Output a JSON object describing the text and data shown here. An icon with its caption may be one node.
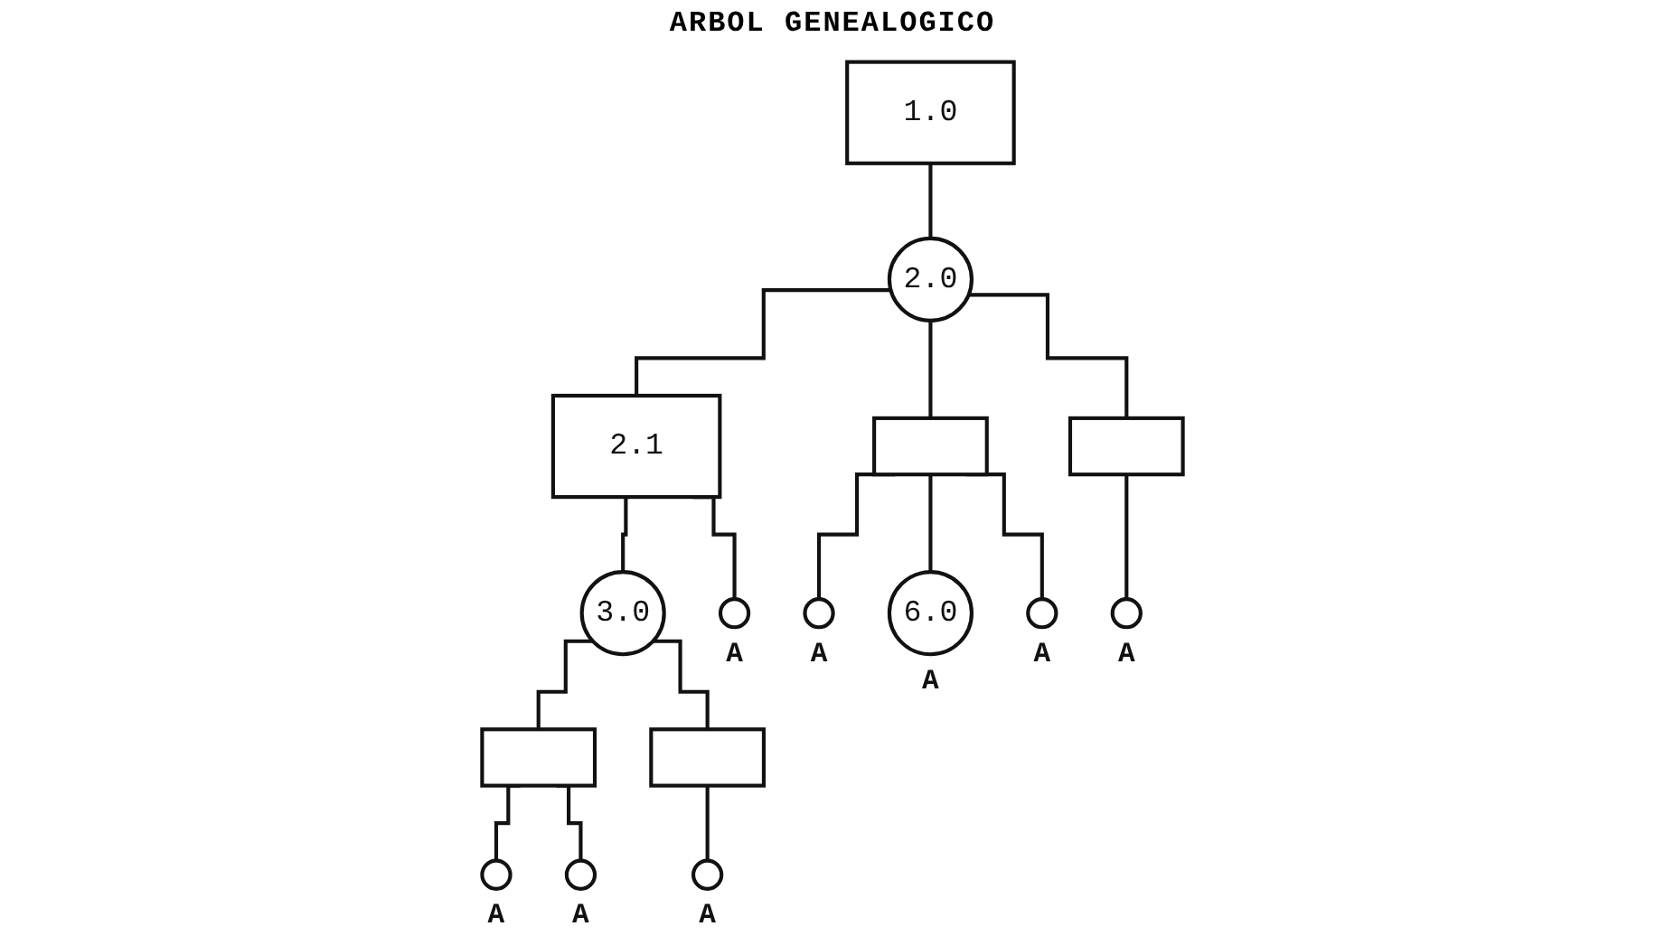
{
  "diagram": {
    "title": "ARBOL GENEALOGICO",
    "nodes": [
      {
        "text": [
          "1.0"
        ]
      },
      {
        "text": [
          "2.0"
        ]
      },
      {
        "text": [
          "2.1"
        ]
      },
      {
        "text": [],
        "shape": "box"
      },
      {
        "text": [],
        "shape": "box"
      },
      {
        "text": [
          "3.0"
        ]
      },
      {
        "text": [],
        "shape": "circle",
        "beside": [
          "A"
        ]
      },
      {
        "text": [],
        "shape": "circle",
        "beside": [
          "A"
        ]
      },
      {
        "text": [
          "6.0"
        ],
        "beside": [
          "A"
        ]
      },
      {
        "text": [],
        "shape": "circle",
        "beside": [
          "A"
        ]
      },
      {
        "text": [],
        "shape": "circle",
        "beside": [
          "A"
        ]
      },
      {
        "text": [],
        "shape": "box"
      },
      {
        "text": [],
        "shape": "box"
      },
      {
        "text": [],
        "shape": "circle",
        "beside": [
          "A"
        ]
      },
      {
        "text": [],
        "shape": "circle",
        "beside": [
          "A"
        ]
      },
      {
        "text": [],
        "shape": "circle",
        "beside": [
          "A"
        ]
      }
    ],
    "edges": [
      {
        "from": 0,
        "to": 1,
        "arrow": "none"
      },
      {
        "from": 1,
        "to": 2,
        "arrow": "none"
      },
      {
        "from": 1,
        "to": 3,
        "arrow": "none"
      },
      {
        "from": 1,
        "to": 4,
        "arrow": "none"
      },
      {
        "from": 2,
        "to": 5,
        "arrow": "none"
      },
      {
        "from": 2,
        "to": 6,
        "arrow": "none"
      },
      {
        "from": 3,
        "to": 7,
        "arrow": "none"
      },
      {
        "from": 3,
        "to": 8,
        "arrow": "none"
      },
      {
        "from": 3,
        "to": 9,
        "arrow": "none"
      },
      {
        "from": 4,
        "to": 10,
        "arrow": "none"
      },
      {
        "from": 5,
        "to": 11,
        "arrow": "none"
      },
      {
        "from": 5,
        "to": 12,
        "arrow": "none"
      },
      {
        "from": 11,
        "to": 13,
        "arrow": "none"
      },
      {
        "from": 11,
        "to": 14,
        "arrow": "none"
      },
      {
        "from": 12,
        "to": 15,
        "arrow": "none"
      }
    ]
  }
}
